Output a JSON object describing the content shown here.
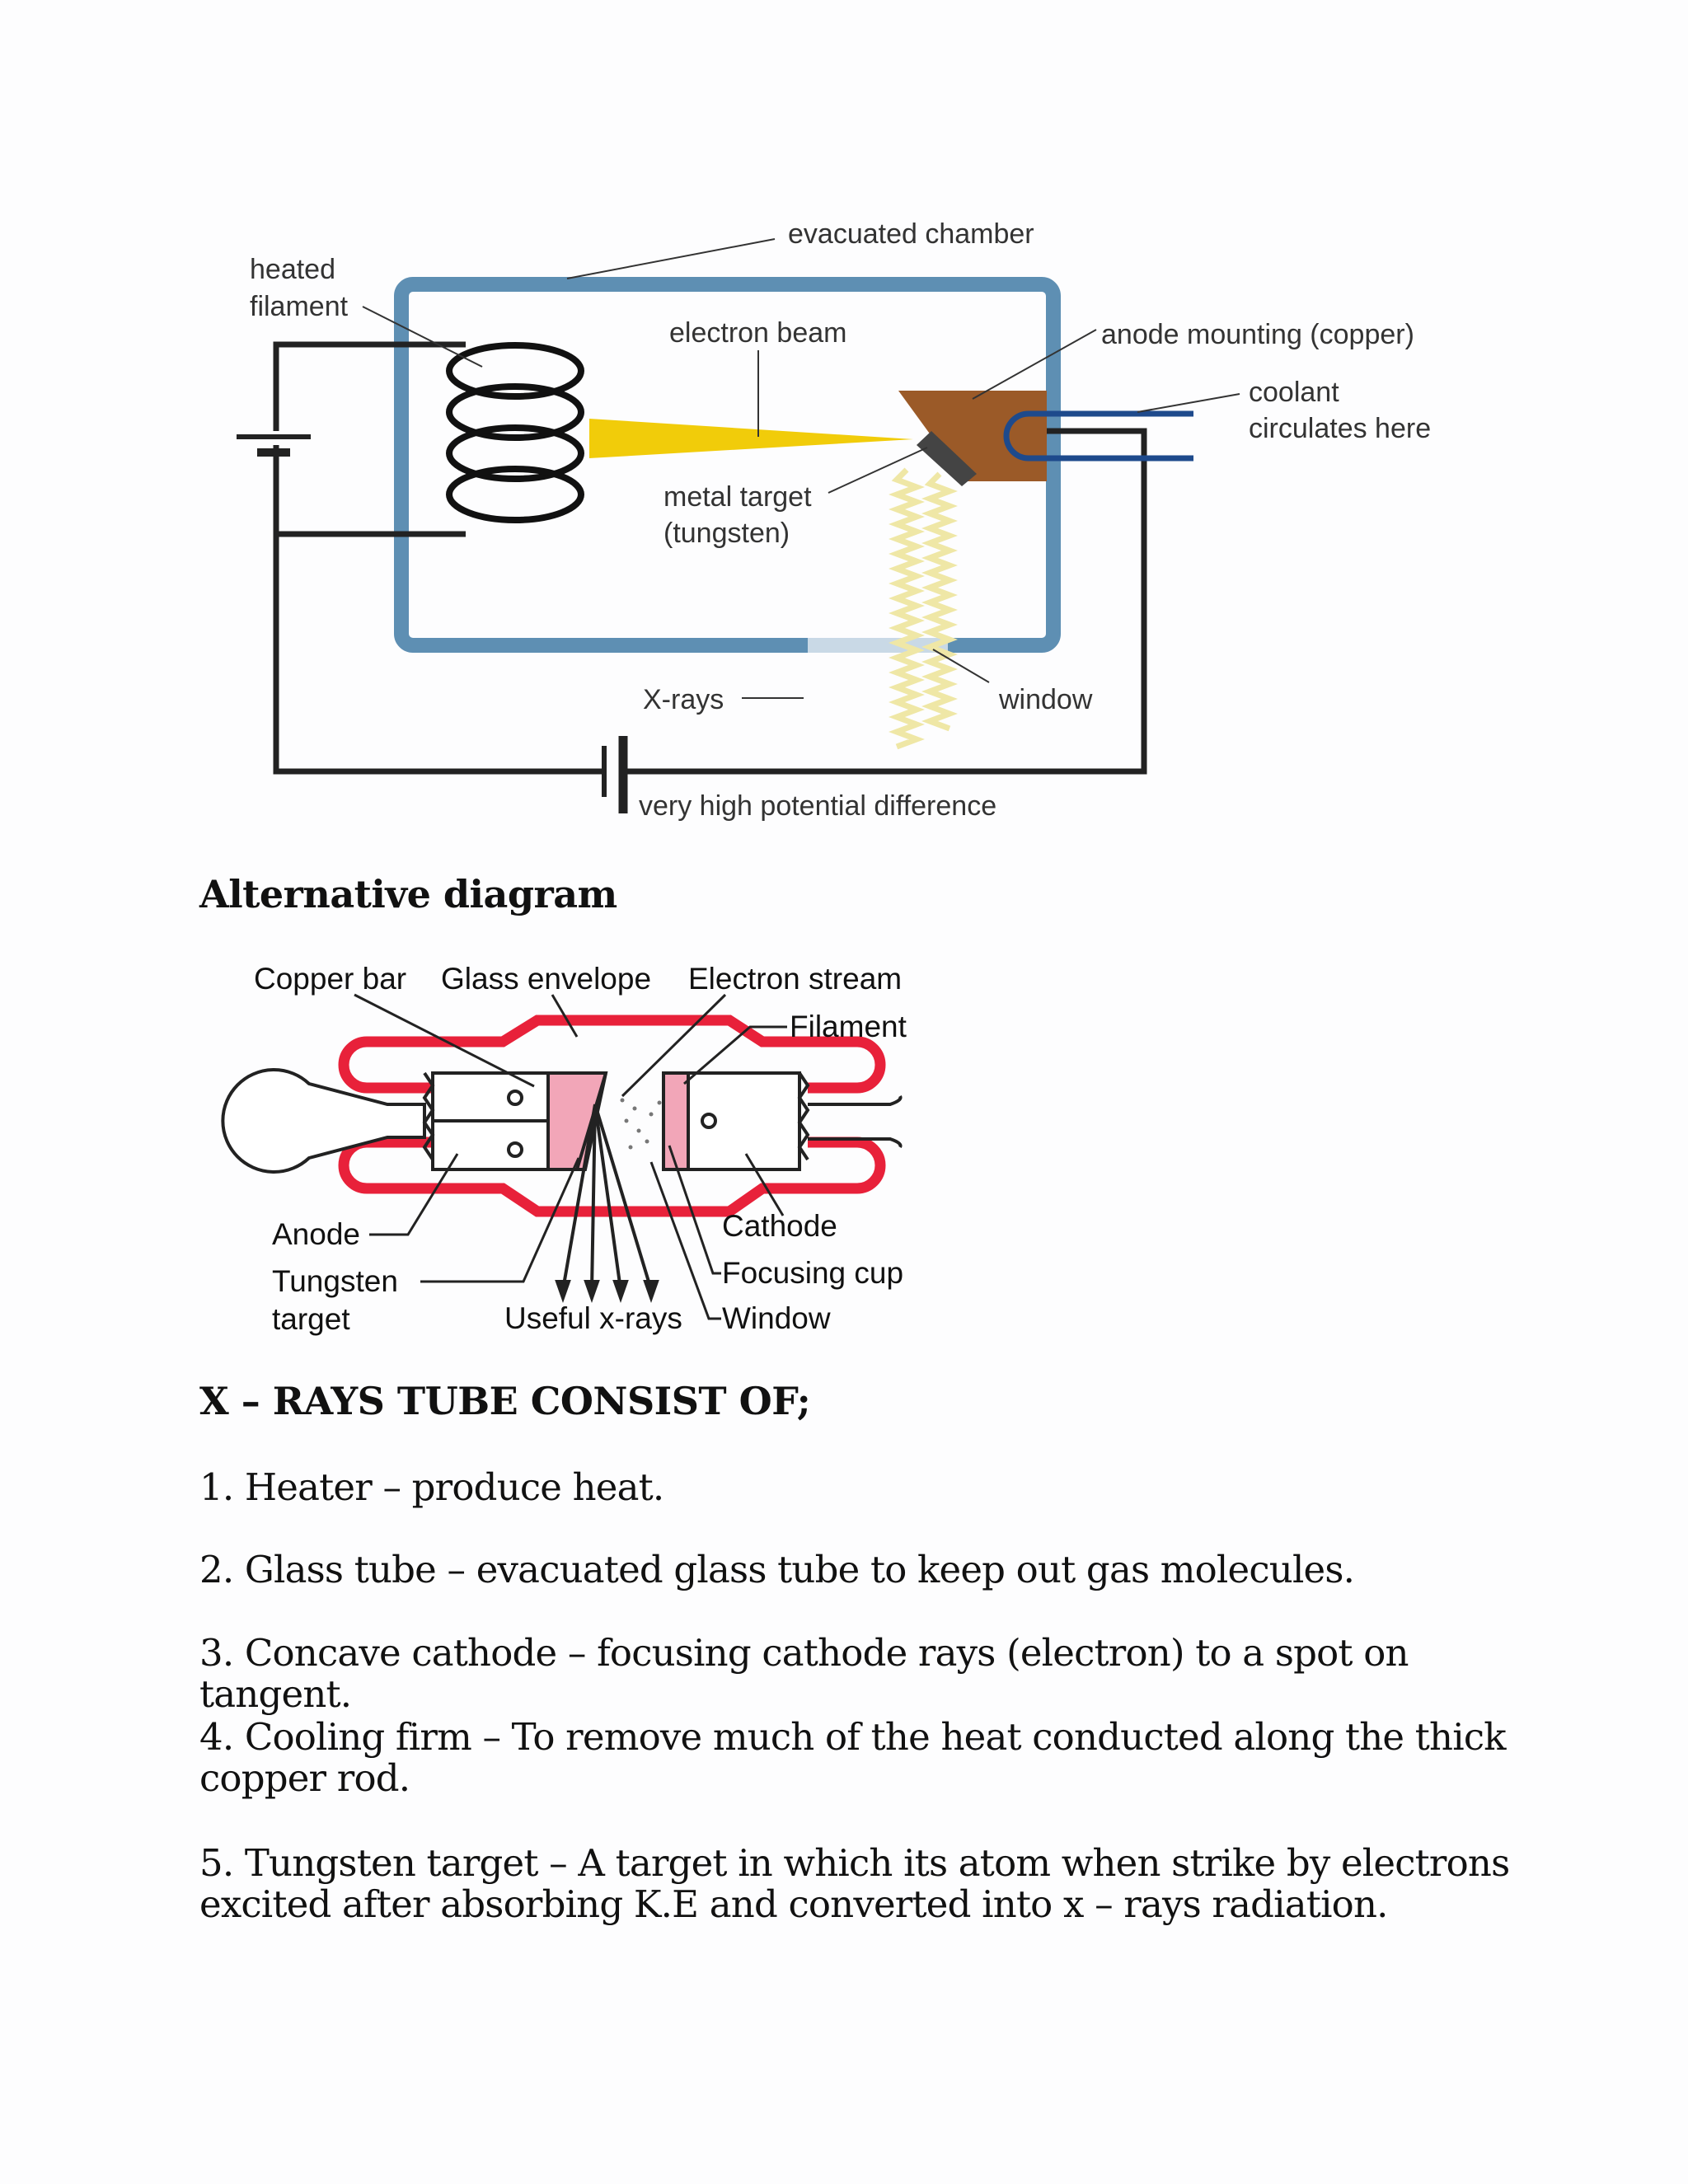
{
  "diagram1": {
    "labels": {
      "heated": "heated",
      "filament": "filament",
      "evacuated_chamber": "evacuated chamber",
      "electron_beam": "electron beam",
      "anode_mounting": "anode mounting (copper)",
      "coolant1": "coolant",
      "coolant2": "circulates here",
      "metal_target": "metal target",
      "tungsten": "(tungsten)",
      "xrays": "X-rays",
      "window": "window",
      "potential": "very high potential difference"
    },
    "colors": {
      "chamber": "#5e8fb3",
      "beam": "#f1cc0a",
      "anode": "#9b5a28",
      "coolant": "#1e4a8c",
      "xray": "#efe7a6"
    }
  },
  "alt_heading": "Alternative diagram",
  "diagram2": {
    "labels": {
      "copper_bar": "Copper bar",
      "glass_envelope": "Glass envelope",
      "electron_stream": "Electron stream",
      "filament": "Filament",
      "anode": "Anode",
      "tungsten": "Tungsten",
      "target": "target",
      "cathode": "Cathode",
      "focusing_cup": "Focusing cup",
      "useful_xrays": "Useful x-rays",
      "window": "Window"
    },
    "colors": {
      "envelope": "#e8213a",
      "target": "#f2a6b8"
    }
  },
  "consist_heading": "X – RAYS TUBE CONSIST OF;",
  "items": [
    "1. Heater – produce heat.",
    "2. Glass tube – evacuated glass tube to keep out gas molecules.",
    "3. Concave cathode – focusing cathode rays (electron) to a spot on tangent.",
    "4. Cooling firm – To remove much of the heat conducted along the thick copper rod.",
    "5. Tungsten target – A target in which its atom when strike by electrons excited after absorbing K.E and converted into x – rays radiation."
  ]
}
